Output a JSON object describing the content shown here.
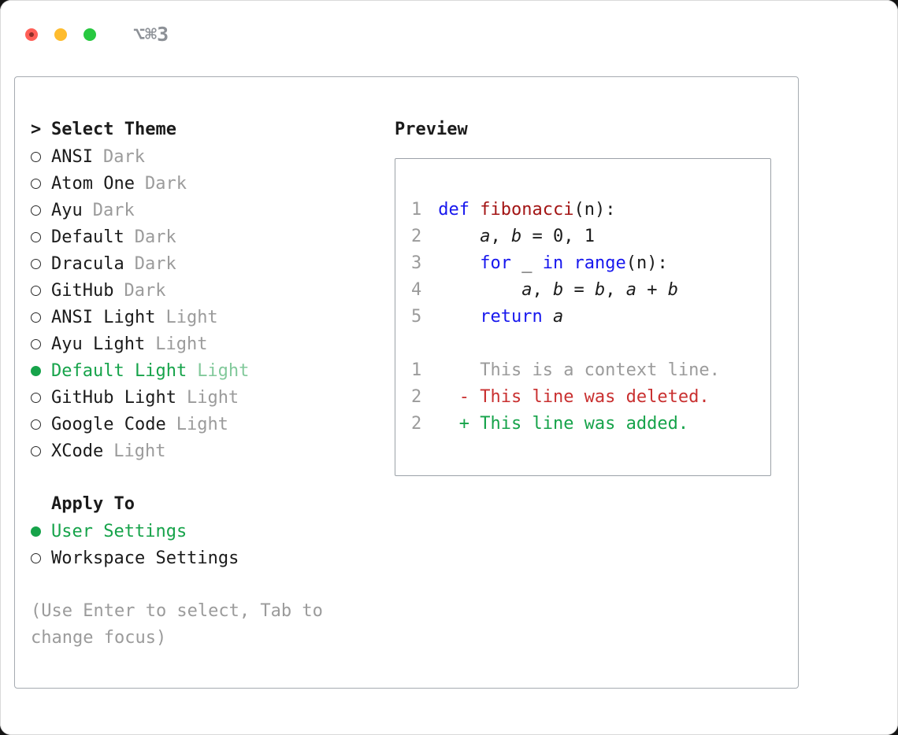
{
  "window": {
    "shortcut_hint": "⌥⌘3"
  },
  "theme_panel": {
    "prompt": ">",
    "title": "Select Theme",
    "items": [
      {
        "label": "ANSI",
        "variant": "Dark",
        "selected": false
      },
      {
        "label": "Atom One",
        "variant": "Dark",
        "selected": false
      },
      {
        "label": "Ayu",
        "variant": "Dark",
        "selected": false
      },
      {
        "label": "Default",
        "variant": "Dark",
        "selected": false
      },
      {
        "label": "Dracula",
        "variant": "Dark",
        "selected": false
      },
      {
        "label": "GitHub",
        "variant": "Dark",
        "selected": false
      },
      {
        "label": "ANSI Light",
        "variant": "Light",
        "selected": false
      },
      {
        "label": "Ayu Light",
        "variant": "Light",
        "selected": false
      },
      {
        "label": "Default Light",
        "variant": "Light",
        "selected": true
      },
      {
        "label": "GitHub Light",
        "variant": "Light",
        "selected": false
      },
      {
        "label": "Google Code",
        "variant": "Light",
        "selected": false
      },
      {
        "label": "XCode",
        "variant": "Light",
        "selected": false
      }
    ],
    "apply_to": {
      "title": "Apply To",
      "options": [
        {
          "label": "User Settings",
          "selected": true
        },
        {
          "label": "Workspace Settings",
          "selected": false
        }
      ]
    },
    "help_text": "(Use Enter to select, Tab to change focus)"
  },
  "preview": {
    "title": "Preview",
    "code_lines": [
      {
        "num": "1",
        "tokens": [
          {
            "t": "def",
            "c": "kw"
          },
          {
            "t": " ",
            "c": "pl"
          },
          {
            "t": "fibonacci",
            "c": "fn"
          },
          {
            "t": "(n):",
            "c": "pl"
          }
        ]
      },
      {
        "num": "2",
        "tokens": [
          {
            "t": "    ",
            "c": "pl"
          },
          {
            "t": "a",
            "c": "vr"
          },
          {
            "t": ", ",
            "c": "pl"
          },
          {
            "t": "b",
            "c": "vr"
          },
          {
            "t": " = 0, 1",
            "c": "pl"
          }
        ]
      },
      {
        "num": "3",
        "tokens": [
          {
            "t": "    ",
            "c": "pl"
          },
          {
            "t": "for",
            "c": "kw"
          },
          {
            "t": " _ ",
            "c": "pl"
          },
          {
            "t": "in",
            "c": "kw"
          },
          {
            "t": " ",
            "c": "pl"
          },
          {
            "t": "range",
            "c": "kw"
          },
          {
            "t": "(n):",
            "c": "pl"
          }
        ]
      },
      {
        "num": "4",
        "tokens": [
          {
            "t": "        ",
            "c": "pl"
          },
          {
            "t": "a",
            "c": "vr"
          },
          {
            "t": ", ",
            "c": "pl"
          },
          {
            "t": "b",
            "c": "vr"
          },
          {
            "t": " = ",
            "c": "pl"
          },
          {
            "t": "b",
            "c": "vr"
          },
          {
            "t": ", ",
            "c": "pl"
          },
          {
            "t": "a",
            "c": "vr"
          },
          {
            "t": " + ",
            "c": "pl"
          },
          {
            "t": "b",
            "c": "vr"
          }
        ]
      },
      {
        "num": "5",
        "tokens": [
          {
            "t": "    ",
            "c": "pl"
          },
          {
            "t": "return",
            "c": "kw"
          },
          {
            "t": " ",
            "c": "pl"
          },
          {
            "t": "a",
            "c": "vr"
          }
        ]
      }
    ],
    "diff_lines": [
      {
        "num": "1",
        "text": "    This is a context line.",
        "type": "context"
      },
      {
        "num": "2",
        "text": "  - This line was deleted.",
        "type": "deleted"
      },
      {
        "num": "2",
        "text": "  + This line was added.",
        "type": "added"
      }
    ]
  },
  "colors": {
    "accent_green": "#16a34a",
    "accent_green_light": "#82c99b",
    "muted_gray": "#9b9b9b",
    "text_black": "#1b1b1b",
    "keyword_blue": "#1717ee",
    "function_red": "#a31515",
    "diff_red": "#c93030",
    "diff_green": "#16a34a",
    "traffic_red": "#ff5f57",
    "traffic_yellow": "#febc2e",
    "traffic_green": "#28c840"
  }
}
